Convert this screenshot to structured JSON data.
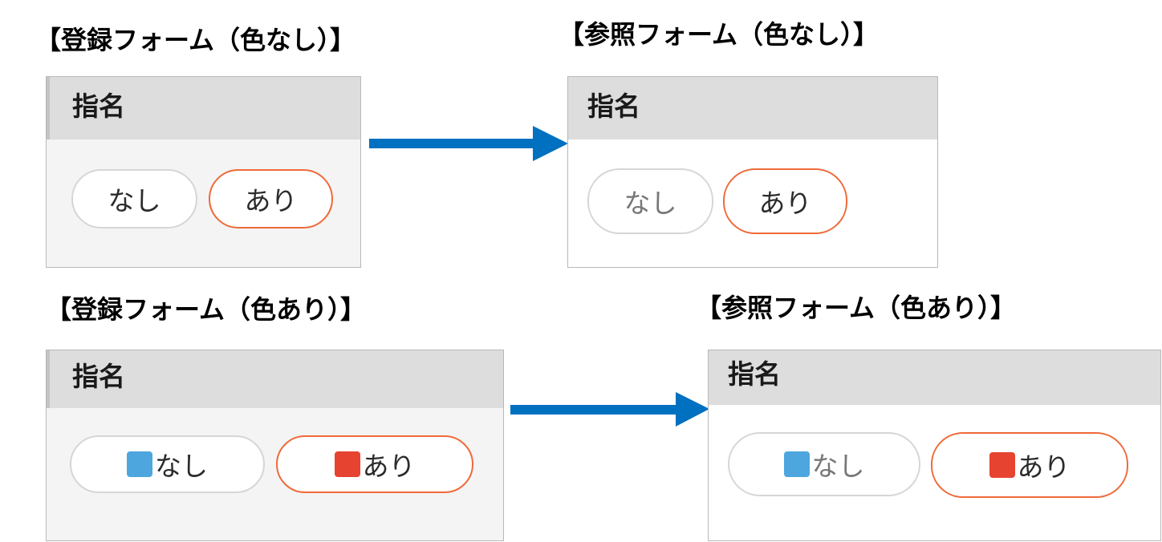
{
  "captions": {
    "reg_plain": "【登録フォーム（色なし）】",
    "ref_plain": "【参照フォーム（色なし）】",
    "reg_color": "【登録フォーム（色あり）】",
    "ref_color": "【参照フォーム（色あり）】"
  },
  "field": {
    "label": "指名"
  },
  "options": {
    "none": "なし",
    "yes": "あり"
  },
  "colors": {
    "arrow": "#0070c0",
    "selected_border": "#ef6a3a",
    "none_swatch": "#4ea6de",
    "yes_swatch": "#e74331"
  },
  "selected": "あり"
}
